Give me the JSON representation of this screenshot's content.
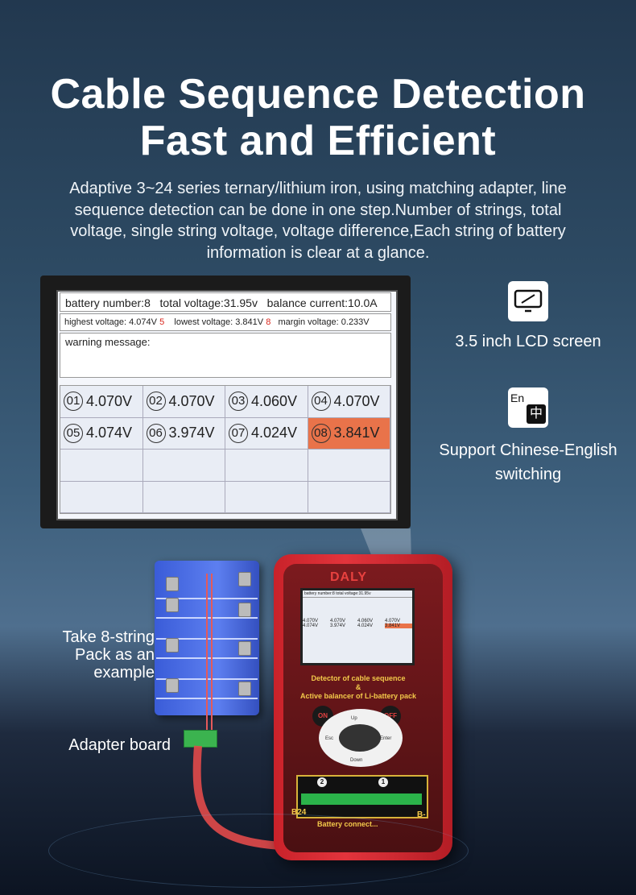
{
  "header": {
    "title_line1": "Cable Sequence Detection",
    "title_line2": "Fast and Efficient",
    "subtitle": "Adaptive 3~24 series ternary/lithium iron, using matching adapter, line sequence detection can be done in one step.Number of strings, total voltage, single string voltage, voltage difference,Each string of battery information is clear at a glance."
  },
  "lcd": {
    "battery_number_label": "battery number:",
    "battery_number": "8",
    "total_voltage_label": "total voltage:",
    "total_voltage": "31.95v",
    "balance_current_label": "balance current:",
    "balance_current": "10.0A",
    "highest_voltage_label": "highest voltage:",
    "highest_voltage": "4.074V",
    "highest_index": "5",
    "lowest_voltage_label": "lowest voltage:",
    "lowest_voltage": "3.841V",
    "lowest_index": "8",
    "margin_voltage_label": "margin voltage:",
    "margin_voltage": "0.233V",
    "warning_label": "warning message:",
    "cells": [
      {
        "no": "01",
        "v": "4.070V"
      },
      {
        "no": "02",
        "v": "4.070V"
      },
      {
        "no": "03",
        "v": "4.060V"
      },
      {
        "no": "04",
        "v": "4.070V"
      },
      {
        "no": "05",
        "v": "4.074V"
      },
      {
        "no": "06",
        "v": "3.974V"
      },
      {
        "no": "07",
        "v": "4.024V"
      },
      {
        "no": "08",
        "v": "3.841V"
      }
    ],
    "highlight_color": "#e9734a"
  },
  "features": {
    "lcd_label": "3.5 inch LCD screen",
    "lang_icon_en": "En",
    "lang_icon_zh": "中",
    "lang_line1": "Support Chinese-English",
    "lang_line2": "switching"
  },
  "device": {
    "brand": "DALY",
    "line1": "Detector of cable sequence",
    "line2": "&",
    "line3": "Active balancer of Li-battery pack",
    "on": "ON",
    "off": "OFF",
    "up": "Up",
    "esc": "Esc",
    "enter": "Enter",
    "down": "Down",
    "port2": "2",
    "port1": "1",
    "b24": "B24",
    "bminus": "B-",
    "battery_conn": "Battery connect..."
  },
  "labels": {
    "pack_line1": "Take 8-string",
    "pack_line2": "Pack as an",
    "pack_line3": "example",
    "adapter": "Adapter board"
  }
}
